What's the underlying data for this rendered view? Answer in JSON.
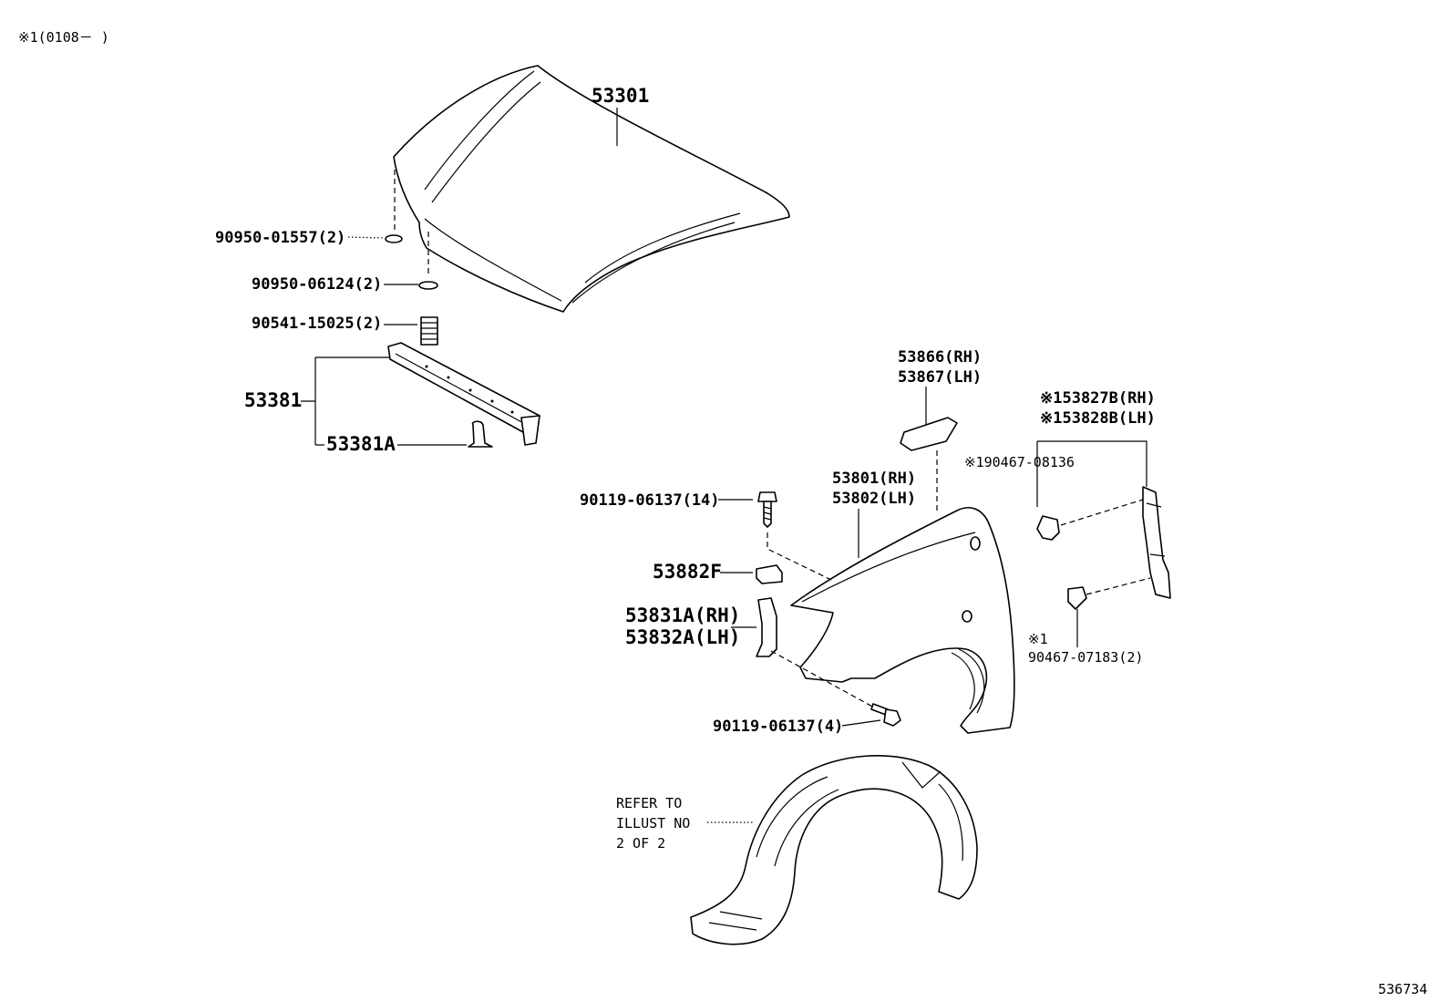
{
  "header_note": "※1(0108－    )",
  "illustration_number": "536734",
  "parts": {
    "hood": "53301",
    "cushion_a": "90950-01557(2)",
    "cushion_b": "90950-06124(2)",
    "cushion_c": "90541-15025(2)",
    "seal": "53381",
    "seal_clip": "53381A",
    "fender_seal_rh": "53866(RH)",
    "fender_seal_lh": "53867(LH)",
    "bracket_rh": "※153827B(RH)",
    "bracket_lh": "※153828B(LH)",
    "clip_08136": "※190467-08136",
    "fender_rh": "53801(RH)",
    "fender_lh": "53802(LH)",
    "bolt_14": "90119-06137(14)",
    "nut": "53882F",
    "liner_rh": "53831A(RH)",
    "liner_lh": "53832A(LH)",
    "note_mark": "※1",
    "clip_07183": "90467-07183(2)",
    "bolt_4": "90119-06137(4)",
    "refer_line1": "REFER TO",
    "refer_line2": "ILLUST NO",
    "refer_line3": "2 OF 2"
  }
}
